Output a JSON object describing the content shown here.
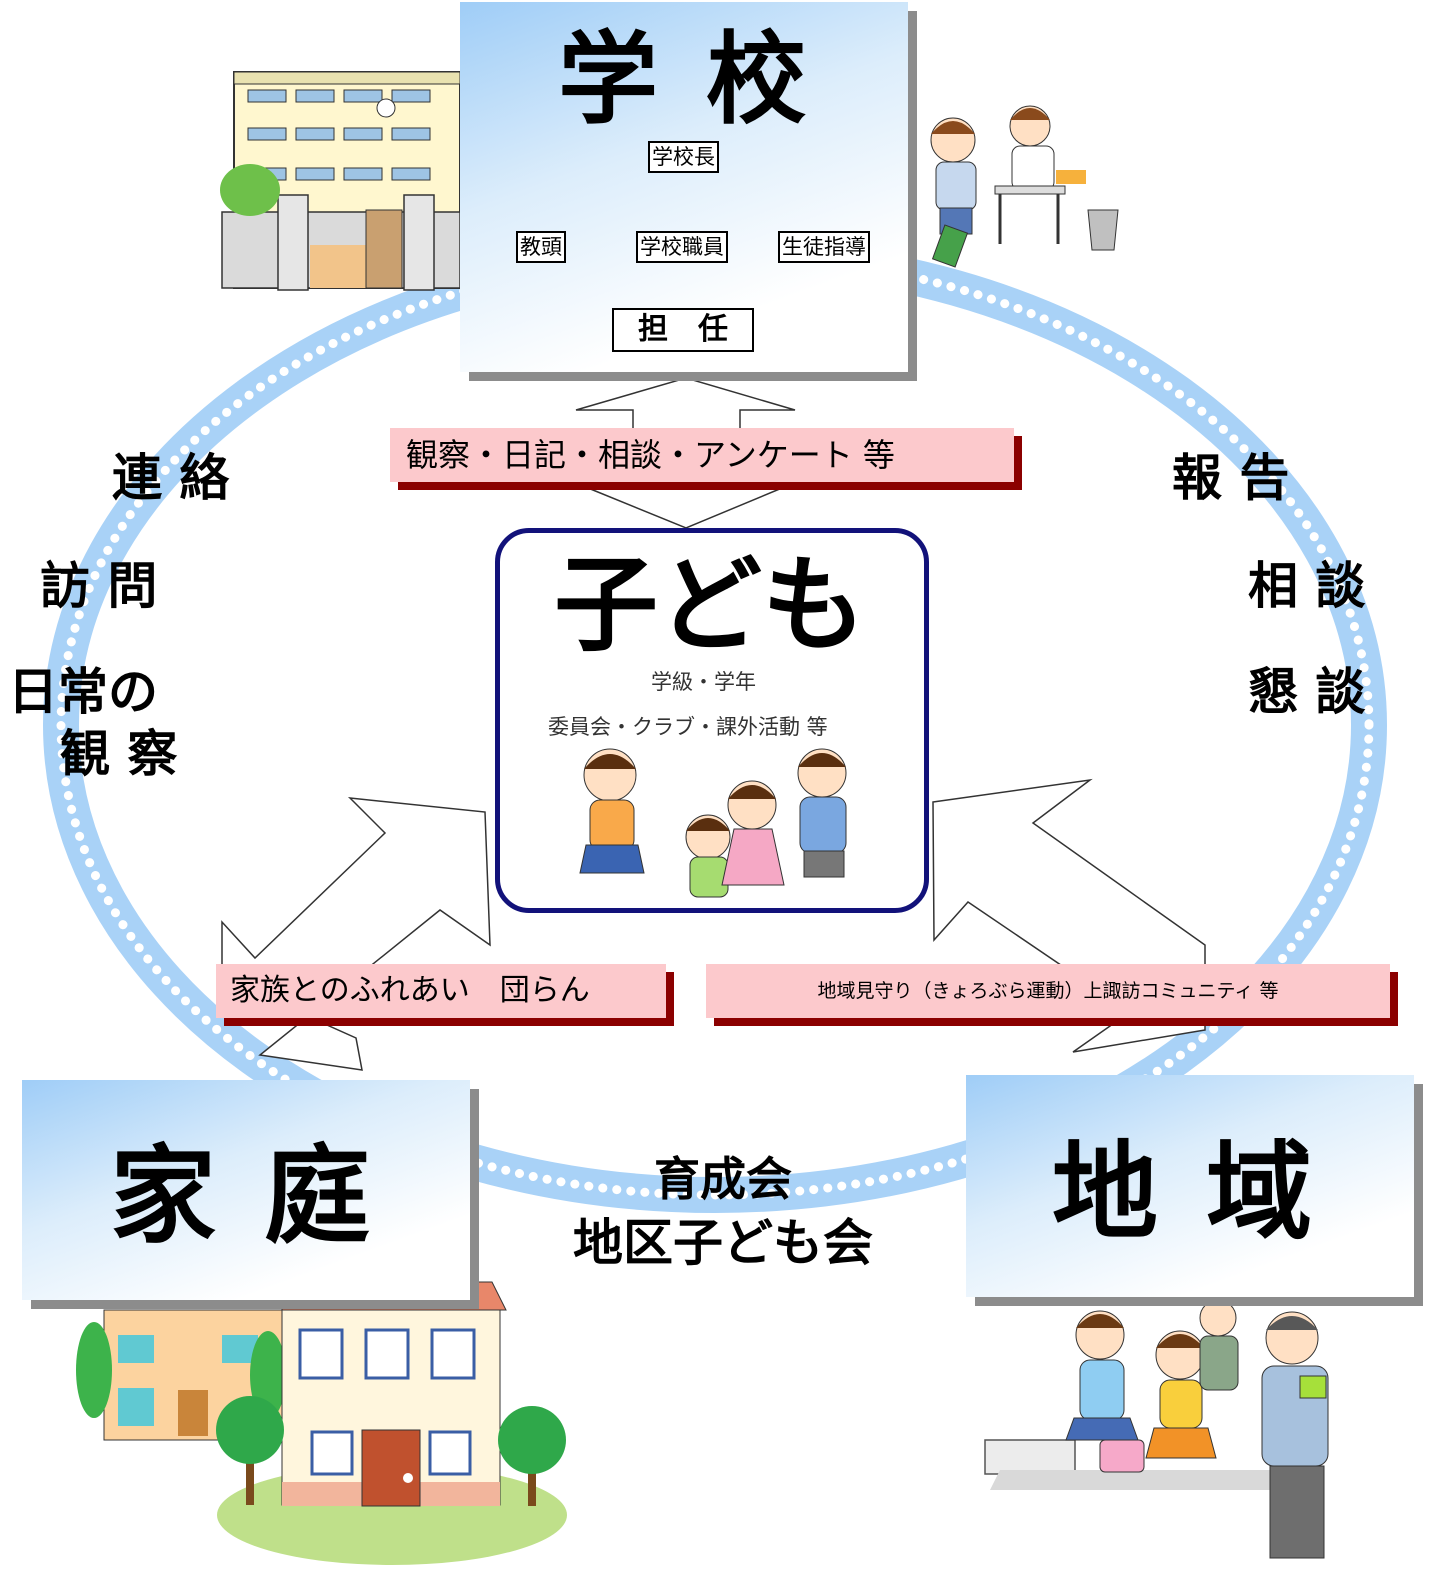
{
  "school": {
    "title": "学校",
    "org": {
      "principal": "学校長",
      "vice_principal": "教頭",
      "staff": "学校職員",
      "guidance": "生徒指導",
      "homeroom": "担　任"
    }
  },
  "observation_label": "観察・日記・相談・アンケート 等",
  "child": {
    "title": "子ども",
    "sub1": "学級・学年",
    "sub2": "委員会・クラブ・課外活動 等"
  },
  "family": {
    "title": "家庭",
    "activity": "家族とのふれあい　団らん"
  },
  "community": {
    "title": "地域",
    "activity": "地域見守り（きょろぶら運動）上諏訪コミュニティ 等"
  },
  "left_labels": {
    "contact": "連 絡",
    "visit": "訪 問",
    "daily_line1": "日常の",
    "daily_line2": "観 察"
  },
  "right_labels": {
    "report": "報 告",
    "consult": "相 談",
    "talk": "懇 談"
  },
  "bottom_label": {
    "line1": "育成会",
    "line2": "地区子ども会"
  },
  "colors": {
    "ring": "#a9d2f7",
    "panel_top": "#9fcdf7",
    "pink_box": "#fcc9cc",
    "pink_shadow": "#8b0000",
    "child_border": "#12127a"
  }
}
